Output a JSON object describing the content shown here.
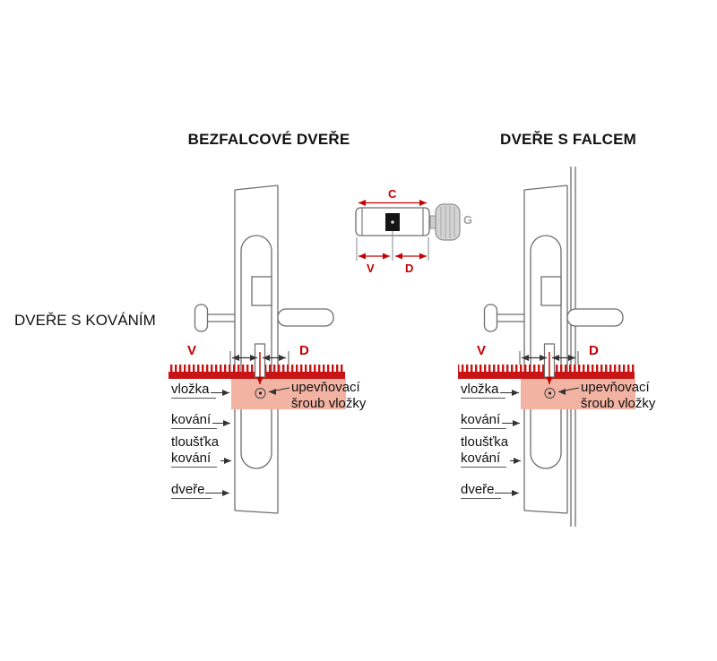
{
  "colors": {
    "ruler_red": "#c81414",
    "label_red": "#c40000",
    "pink_band": "#f3b3a2",
    "line_gray": "#6e6e6e",
    "knob_gray": "#d4d4d4"
  },
  "header": {
    "left_title": "BEZFALCOVÉ DVEŘE",
    "right_title": "DVEŘE S FALCEM",
    "side_label": "DVEŘE S KOVÁNÍM"
  },
  "cylinder_inset": {
    "c": "C",
    "v": "V",
    "d": "D",
    "g": "G"
  },
  "labels": {
    "v": "V",
    "d": "D",
    "vlozka": "vložka",
    "screw_line1": "upevňovací",
    "screw_line2": "šroub vložky",
    "kovani": "kování",
    "tloustka_line1": "tloušťka",
    "tloustka_line2": "kování",
    "dvere": "dveře"
  }
}
